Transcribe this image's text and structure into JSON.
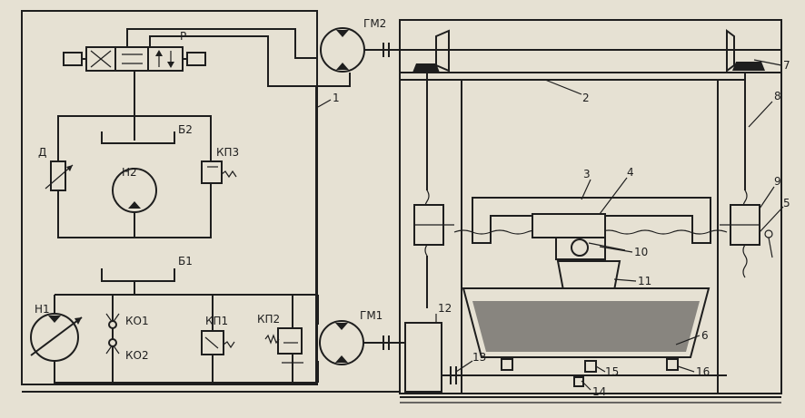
{
  "labels": {
    "p": "Р",
    "gm2": "ГМ2",
    "gm1": "ГМ1",
    "b2": "Б2",
    "b1": "Б1",
    "d": "Д",
    "n2": "Н2",
    "n1": "Н1",
    "kp3": "КП3",
    "kp1": "КП1",
    "kp2": "КП2",
    "ko1": "КО1",
    "ko2": "КО2"
  },
  "callouts": [
    "1",
    "2",
    "3",
    "4",
    "5",
    "6",
    "7",
    "8",
    "9",
    "10",
    "11",
    "12",
    "13",
    "14",
    "15",
    "16"
  ]
}
